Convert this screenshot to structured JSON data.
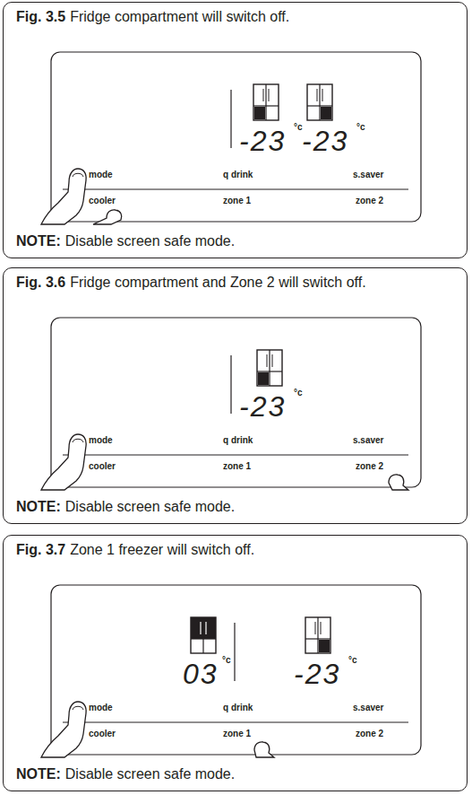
{
  "diagram": {
    "nodes": [
      {
        "text": [
          "Fig. 3.5",
          "Fridge compartment will switch off.",
          "NOTE:",
          "Disable screen safe mode."
        ]
      },
      {
        "text": [
          "-23",
          "°c",
          "-23",
          "°c",
          "mode",
          "q drink",
          "s.saver",
          "cooler",
          "zone 1",
          "zone 2"
        ],
        "in": 0
      },
      {
        "text": [
          "Fig. 3.6",
          "Fridge compartment and Zone 2 will switch off.",
          "NOTE:",
          "Disable screen safe mode."
        ]
      },
      {
        "text": [
          "-23",
          "°c",
          "mode",
          "q drink",
          "s.saver",
          "cooler",
          "zone 1",
          "zone 2"
        ],
        "in": 2
      },
      {
        "text": [
          "Fig. 3.7",
          "Zone 1 freezer will switch off.",
          "NOTE:",
          "Disable screen safe mode."
        ]
      },
      {
        "text": [
          "03",
          "°c",
          "-23",
          "°c",
          "mode",
          "q drink",
          "s.saver",
          "cooler",
          "zone 1",
          "zone 2"
        ],
        "in": 4
      }
    ]
  }
}
